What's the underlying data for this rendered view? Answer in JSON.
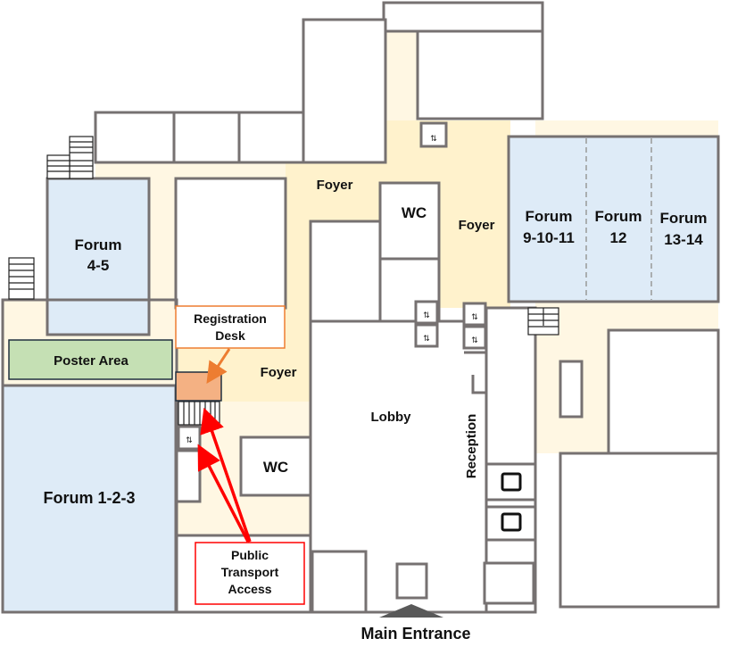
{
  "map": {
    "rooms": {
      "forum_4_5": [
        "Forum",
        "4-5"
      ],
      "forum_1_2_3": "Forum 1-2-3",
      "forum_9_10_11": [
        "Forum",
        "9-10-11"
      ],
      "forum_12": [
        "Forum",
        "12"
      ],
      "forum_13_14": [
        "Forum",
        "13-14"
      ],
      "poster_area": "Poster Area",
      "foyer_top": "Foyer",
      "foyer_right": "Foyer",
      "foyer_left": "Foyer",
      "wc_top": "WC",
      "wc_bottom": "WC",
      "lobby": "Lobby",
      "reception": "Reception"
    },
    "callouts": {
      "registration_desk": [
        "Registration",
        "Desk"
      ],
      "public_transport": [
        "Public",
        "Transport",
        "Access"
      ]
    },
    "main_entrance": "Main Entrance",
    "colors": {
      "forum": "#deebf7",
      "foyer": "#fff2cc",
      "poster": "#c5e0b4",
      "registration": "#f4b183",
      "transport_arrow": "#ff0000",
      "registration_arrow": "#ed7d31",
      "wall": "#767171"
    }
  }
}
